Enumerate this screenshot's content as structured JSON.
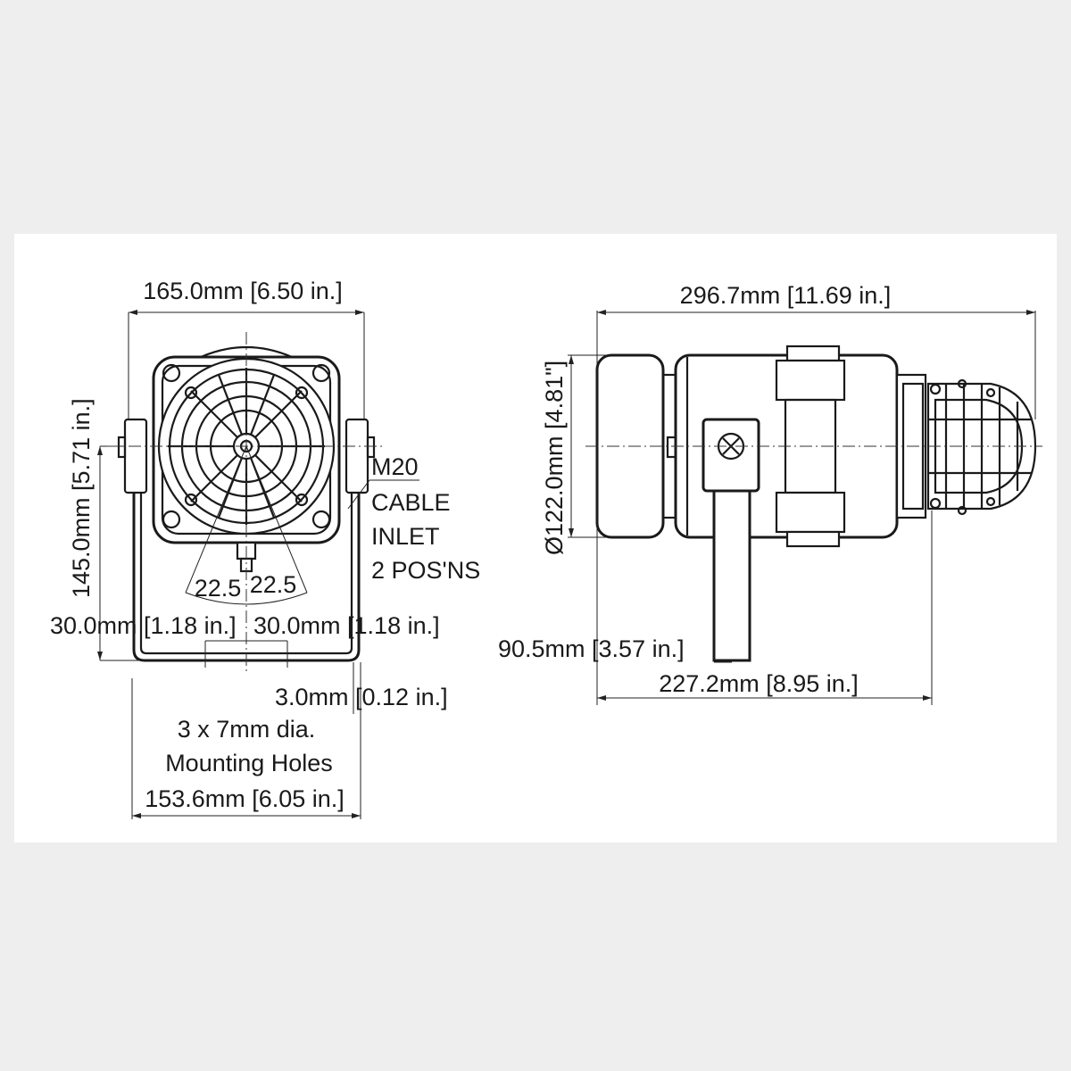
{
  "colors": {
    "background": "#eeeeee",
    "sheet": "#ffffff",
    "ink": "#1a1a1a"
  },
  "front_view": {
    "width_dim": "165.0mm [6.50 in.]",
    "height_dim": "145.0mm [5.71 in.]",
    "left_offset_dim": "30.0mm [1.18 in.]",
    "right_offset_dim": "30.0mm [1.18 in.]",
    "thickness_dim": "3.0mm [0.12 in.]",
    "holes_line1": "3 x 7mm dia.",
    "holes_line2": "Mounting Holes",
    "hole_span_dim": "153.6mm [6.05 in.]",
    "angle_left": "22.5",
    "angle_right": "22.5",
    "inlet_line1": "M20",
    "inlet_line2": "CABLE",
    "inlet_line3": "INLET",
    "inlet_line4": "2 POS'NS"
  },
  "side_view": {
    "length_dim": "296.7mm [11.69 in.]",
    "diameter_dim": "Ø122.0mm [4.81\"]",
    "bracket_dim": "90.5mm [3.57 in.]",
    "body_dim": "227.2mm [8.95 in.]"
  }
}
